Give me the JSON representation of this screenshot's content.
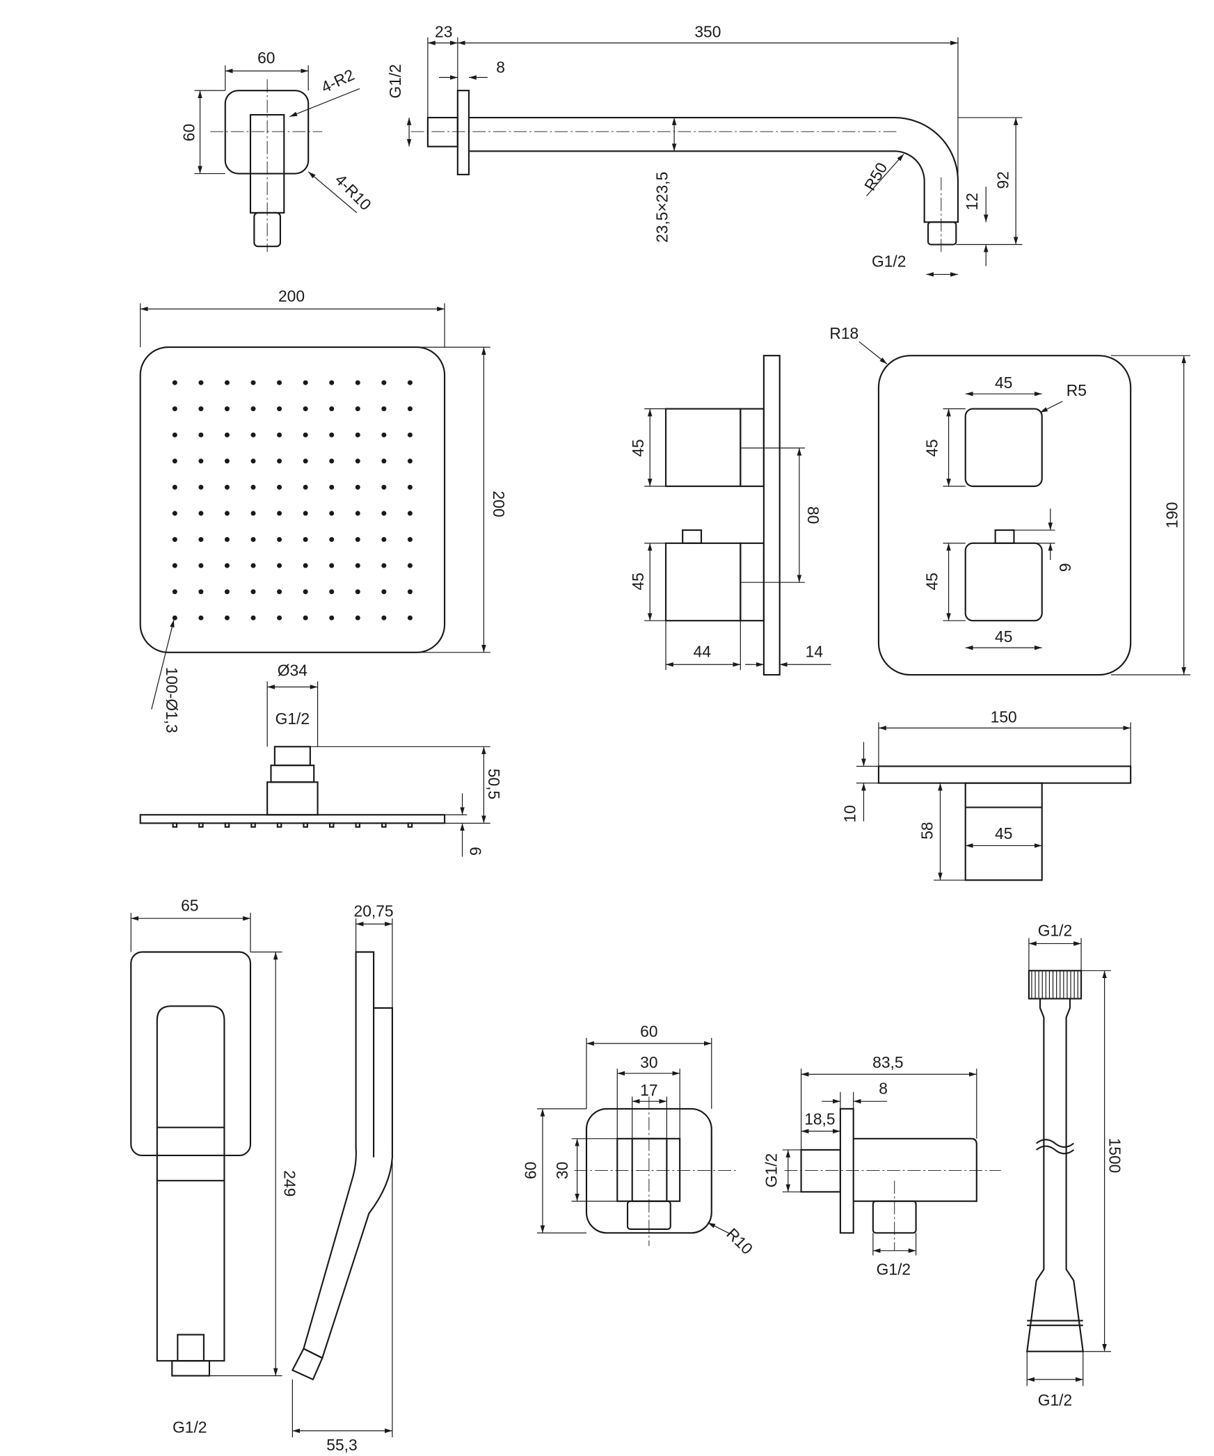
{
  "wall_outlet_top": {
    "width": "60",
    "height": "60",
    "corner_small": "4-R2",
    "corner_large": "4-R10"
  },
  "shower_arm": {
    "flange_offset": "23",
    "length": "350",
    "flange_thickness": "8",
    "thread_inlet": "G1/2",
    "tube_size": "23,5×23,5",
    "bend_radius": "R50",
    "outlet_height": "12",
    "drop": "92",
    "thread_outlet": "G1/2"
  },
  "head_shower": {
    "width": "200",
    "height": "200",
    "nozzles": "100-Ø1,3",
    "connector_diameter": "Ø34",
    "thread": "G1/2",
    "total_height": "50,5",
    "plate_thickness": "6"
  },
  "mixer_side": {
    "knob_top": "45",
    "knob_bottom": "45",
    "knob_spacing": "80",
    "knob_depth": "44",
    "plate_depth": "14"
  },
  "mixer_front": {
    "corner_radius": "R18",
    "knob_width_top": "45",
    "knob_radius": "R5",
    "knob_height_top": "45",
    "height": "190",
    "knob_height_bottom": "45",
    "indicator": "6",
    "knob_width_bottom": "45"
  },
  "mixer_top": {
    "width": "150",
    "plate": "10",
    "depth": "58",
    "knob": "45"
  },
  "hand_shower": {
    "width": "65",
    "length": "249",
    "thread": "G1/2",
    "head_thickness": "20,75",
    "side_depth": "55,3"
  },
  "elbow_front": {
    "width": "60",
    "inner": "30",
    "slot": "17",
    "height": "60",
    "inner_height": "30",
    "radius": "R10"
  },
  "elbow_side": {
    "length": "83,5",
    "flange": "8",
    "offset": "18,5",
    "thread_inlet": "G1/2",
    "thread_outlet": "G1/2"
  },
  "hose": {
    "thread_top": "G1/2",
    "length": "1500",
    "thread_bottom": "G1/2"
  }
}
